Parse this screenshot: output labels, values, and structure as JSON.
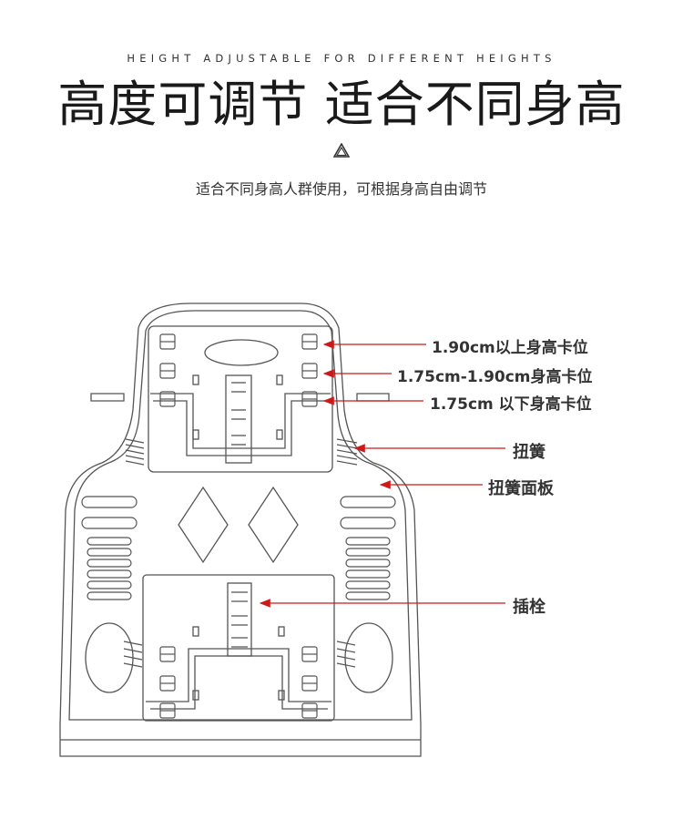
{
  "header": {
    "eyebrow": "HEIGHT ADJUSTABLE FOR DIFFERENT HEIGHTS",
    "title": "高度可调节 适合不同身高",
    "subtitle": "适合不同身高人群使用，可根据身高自由调节",
    "warning_icon": "warning-triangle-icon"
  },
  "callouts": {
    "above_190": "1.90cm以上身高卡位",
    "between": "1.75cm-1.90cm身高卡位",
    "below_175": "1.75cm 以下身高卡位",
    "spring": "扭簧",
    "spring_panel": "扭簧面板",
    "pin": "插栓"
  },
  "colors": {
    "arrow": "#cc1a1a",
    "line": "#555555",
    "text": "#333333"
  }
}
